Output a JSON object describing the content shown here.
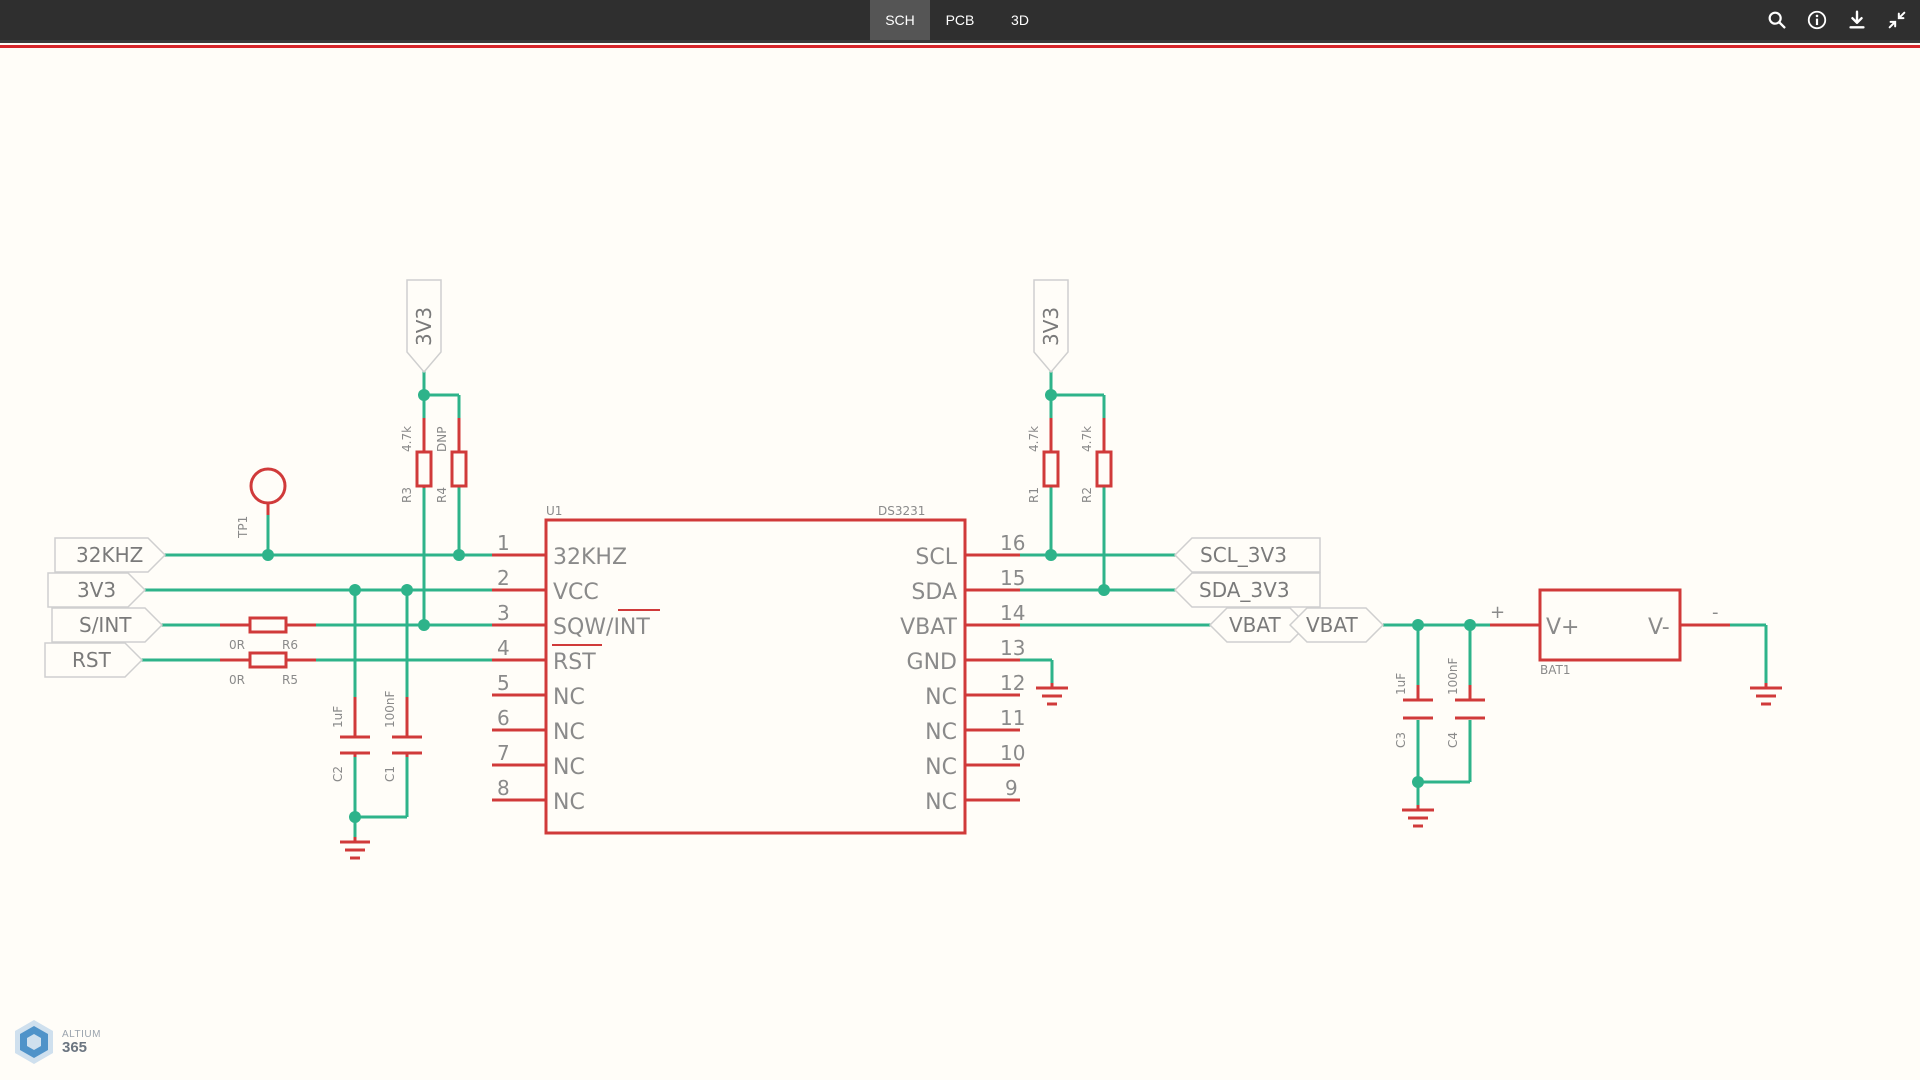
{
  "toolbar": {
    "tabs": [
      {
        "label": "SCH",
        "active": true
      },
      {
        "label": "PCB",
        "active": false
      },
      {
        "label": "3D",
        "active": false
      }
    ],
    "icons": [
      "search-icon",
      "info-icon",
      "download-icon",
      "collapse-icon"
    ]
  },
  "colors": {
    "wire": "#2eb38a",
    "component": "#d03a3a",
    "label_text": "#7a7a7a",
    "background": "#fffdf8"
  },
  "schematic": {
    "u1": {
      "ref": "U1",
      "part": "DS3231",
      "left_pins": [
        {
          "num": "1",
          "name": "32KHZ"
        },
        {
          "num": "2",
          "name": "VCC"
        },
        {
          "num": "3",
          "name": "SQW/INT"
        },
        {
          "num": "4",
          "name": "RST"
        },
        {
          "num": "5",
          "name": "NC"
        },
        {
          "num": "6",
          "name": "NC"
        },
        {
          "num": "7",
          "name": "NC"
        },
        {
          "num": "8",
          "name": "NC"
        }
      ],
      "right_pins": [
        {
          "num": "16",
          "name": "SCL"
        },
        {
          "num": "15",
          "name": "SDA"
        },
        {
          "num": "14",
          "name": "VBAT"
        },
        {
          "num": "13",
          "name": "GND"
        },
        {
          "num": "12",
          "name": "NC"
        },
        {
          "num": "11",
          "name": "NC"
        },
        {
          "num": "10",
          "name": "NC"
        },
        {
          "num": "9",
          "name": "NC"
        }
      ]
    },
    "ports_left": [
      "32KHZ",
      "3V3",
      "S/INT",
      "RST"
    ],
    "power_ports": [
      "3V3",
      "3V3"
    ],
    "ports_right": [
      "SCL_3V3",
      "SDA_3V3"
    ],
    "vbat_ports": [
      "VBAT",
      "VBAT"
    ],
    "test_point": "TP1",
    "resistors": {
      "r3": {
        "ref": "R3",
        "value": "4.7k"
      },
      "r4": {
        "ref": "R4",
        "value": "DNP"
      },
      "r1": {
        "ref": "R1",
        "value": "4.7k"
      },
      "r2": {
        "ref": "R2",
        "value": "4.7k"
      },
      "r6": {
        "ref": "R6",
        "value": "0R"
      },
      "r5": {
        "ref": "R5",
        "value": "0R"
      }
    },
    "capacitors": {
      "c2": {
        "ref": "C2",
        "value": "1uF"
      },
      "c1": {
        "ref": "C1",
        "value": "100nF"
      },
      "c3": {
        "ref": "C3",
        "value": "1uF"
      },
      "c4": {
        "ref": "C4",
        "value": "100nF"
      }
    },
    "battery": {
      "ref": "BAT1",
      "pos": "V+",
      "neg": "V-",
      "plus": "+",
      "minus": "-"
    }
  },
  "logo": {
    "line1": "ALTIUM",
    "line2": "365"
  }
}
